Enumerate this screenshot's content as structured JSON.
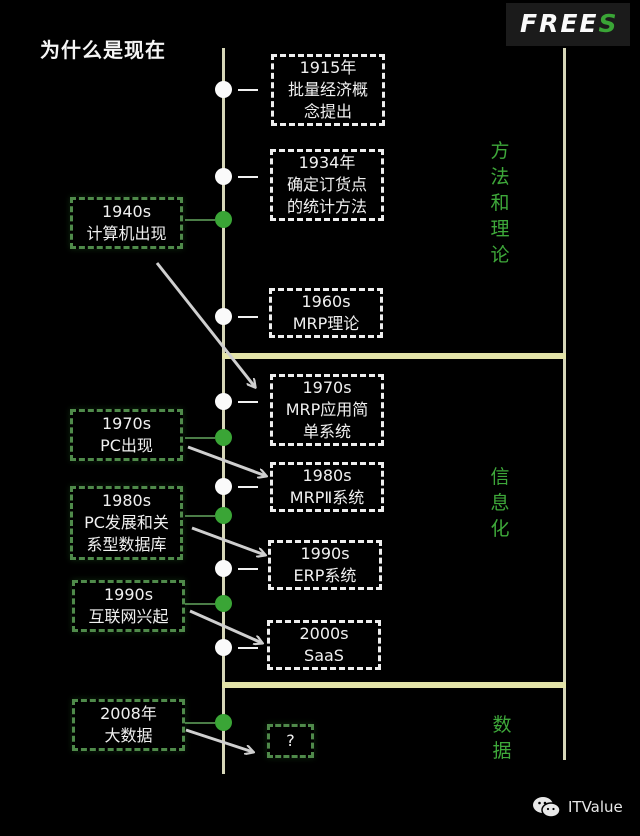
{
  "title": "为什么是现在",
  "logo": {
    "text_main": "FREE",
    "text_accent": "S",
    "accent_color": "#3aa536"
  },
  "phases": [
    {
      "label": "方法和理论"
    },
    {
      "label": "信息化"
    },
    {
      "label": "数据"
    }
  ],
  "events_right": [
    {
      "year": "1915年",
      "text": "批量经济概念提出"
    },
    {
      "year": "1934年",
      "text": "确定订货点的统计方法"
    },
    {
      "year": "1960s",
      "text": "MRP理论"
    },
    {
      "year": "1970s",
      "text": "MRP应用简单系统"
    },
    {
      "year": "1980s",
      "text": "MRPⅡ系统"
    },
    {
      "year": "1990s",
      "text": "ERP系统"
    },
    {
      "year": "2000s",
      "text": "SaaS"
    },
    {
      "year": "?",
      "text": ""
    }
  ],
  "events_left": [
    {
      "year": "1940s",
      "text": "计算机出现"
    },
    {
      "year": "1970s",
      "text": "PC出现"
    },
    {
      "year": "1980s",
      "text": "PC发展和关系型数据库"
    },
    {
      "year": "1990s",
      "text": "互联网兴起"
    },
    {
      "year": "2008年",
      "text": "大数据"
    }
  ],
  "colors": {
    "green": "#3aa536",
    "band": "#e3e3a8",
    "line": "#d6d6b8"
  },
  "watermark": {
    "icon": "wechat-icon",
    "text": "ITValue"
  }
}
